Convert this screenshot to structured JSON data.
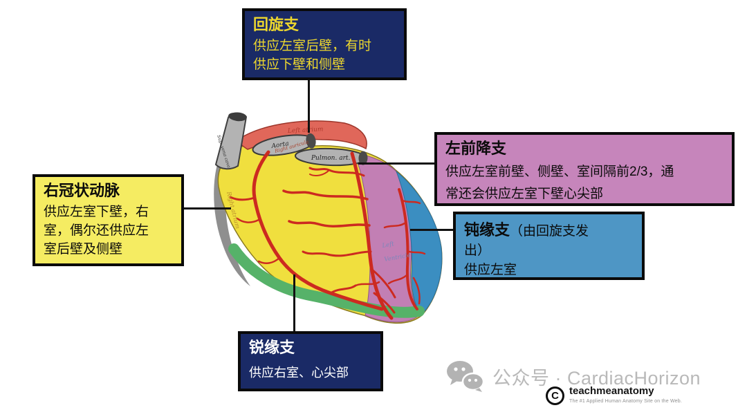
{
  "callouts": {
    "circumflex": {
      "title": "回旋支",
      "body": "供应左室后壁，有时\n供应下壁和侧壁"
    },
    "rca": {
      "title": "右冠状动脉",
      "body": "供应左室下壁，右\n室，偶尔还供应左\n室后壁及侧壁"
    },
    "lad": {
      "title": "左前降支",
      "body": "供应左室前壁、侧壁、室间隔前2/3，通\n常还会供应左室下壁心尖部"
    },
    "obtuse_marginal": {
      "title": "钝缘支",
      "suffix": "（由回旋支发\n出）",
      "body": "供应左室"
    },
    "acute_marginal": {
      "title": "锐缘支",
      "body": "供应右室、心尖部"
    }
  },
  "heart_labels": {
    "sup_vena_cava": "Sup. vena cava",
    "left_atrium": "Left atrium",
    "aorta": "Aorta",
    "pulmonary_artery": "Pulmon. art.",
    "right_auricula": "Right auricula",
    "right_atrium": "Right atrium",
    "left_ventricle_line1": "Left",
    "left_ventricle_line2": "Ventricle"
  },
  "watermark": {
    "text": "公众号 · CardiacHorizon"
  },
  "logo": {
    "copyright": "C",
    "name": "teachmeanatomy",
    "tagline": "The #1 Applied Human Anatomy Site on the Web."
  },
  "colors": {
    "navy_box": "#1a2a66",
    "yellow_box": "#f5ec62",
    "pink_box": "#c685bb",
    "blue_box": "#4e96c5",
    "title_yellow": "#edd72e",
    "heart_yellow": "#f0df3e",
    "heart_pink": "#c27fb4",
    "heart_blue": "#3b8ec1",
    "heart_green": "#56b269",
    "heart_red": "#cc2a20",
    "atrium_red": "#e0675a",
    "heart_gray": "#b3b3b3",
    "wm_gray": "#b9b9b9"
  }
}
